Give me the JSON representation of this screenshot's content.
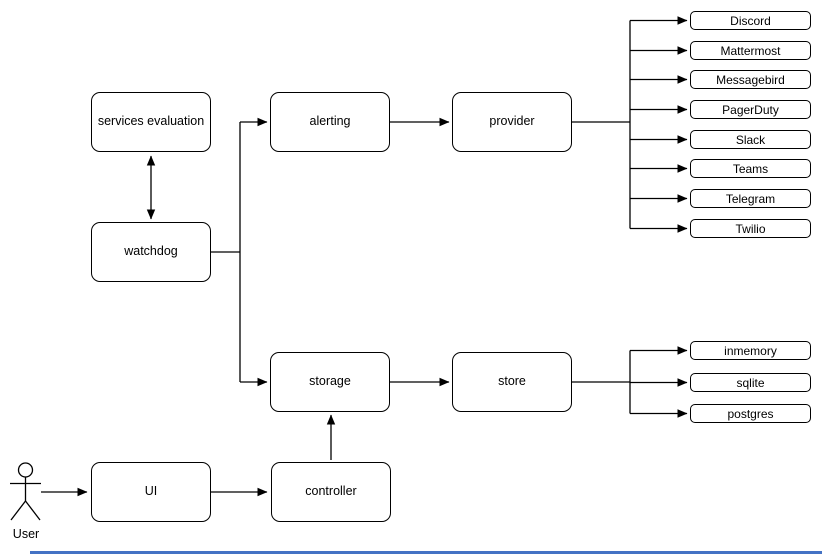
{
  "nodes": {
    "services_evaluation": "services evaluation",
    "watchdog": "watchdog",
    "alerting": "alerting",
    "provider": "provider",
    "storage": "storage",
    "store": "store",
    "ui": "UI",
    "controller": "controller"
  },
  "provider_targets": [
    "Discord",
    "Mattermost",
    "Messagebird",
    "PagerDuty",
    "Slack",
    "Teams",
    "Telegram",
    "Twilio"
  ],
  "store_targets": [
    "inmemory",
    "sqlite",
    "postgres"
  ],
  "actor": {
    "label": "User"
  },
  "icons": {
    "actor": "stick-figure-user-icon"
  },
  "colors": {
    "node_fill": "#ffffff",
    "node_stroke": "#000000",
    "connector": "#000000",
    "scrollbar_accent": "#4472c4"
  }
}
